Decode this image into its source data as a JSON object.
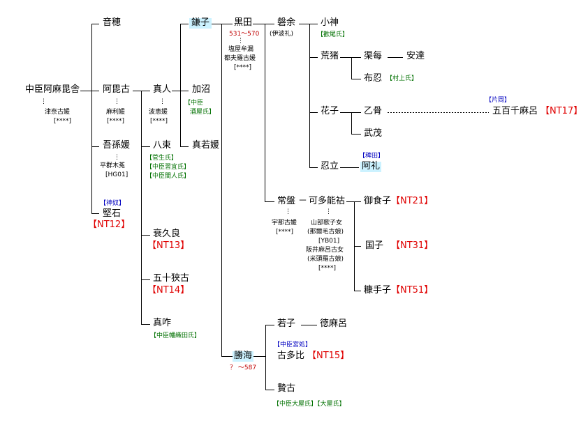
{
  "persons": {
    "nakatomi_abemarosha": "中臣阿麻毘舎",
    "otoho": "音穂",
    "abiko": "阿毘古",
    "agomahime": "吾孫媛",
    "kataishi": "堅石",
    "mahito": "真人",
    "hatsuka": "八束",
    "makura": "真咋",
    "ekura": "衰久良",
    "isakoko": "五十狭古",
    "kamako": "鎌子",
    "kanuma": "加沼",
    "mawakahime": "真若媛",
    "kuroda": "黒田",
    "katsumi": "勝海",
    "iware": "磐余",
    "tokiwa": "常盤",
    "kotanoshi": "可多能祜",
    "oshiki": "小神",
    "aragari": "荒猪",
    "kako": "花子",
    "oshitatsu": "忍立",
    "kamae": "渠每",
    "yasutatsu": "安達",
    "nushi": "布忍",
    "otokotsu": "乙骨",
    "takemo": "武茂",
    "iomaro": "五百千麻呂",
    "are": "阿礼",
    "mikeko": "御食子",
    "kuniko": "国子",
    "nukateko": "糠手子",
    "wakako": "若子",
    "tokumaro": "徳麻呂",
    "kotahi": "古多比",
    "tomoko": "贄古"
  },
  "spouses": {
    "tsunahime": "津奈古媛",
    "mariahime": "麻利媛",
    "hinunokui": "平群木菟",
    "namikehime": "波恵媛",
    "shioyamuyo": "塩屋牟漏",
    "tsubuhime": "都夫羅古媛",
    "unakohime": "宇那古媛",
    "yamabe_line1": "山部歌子女",
    "yamabe_line2": "(那爾毛古娘)",
    "kurukai_line1": "阪井麻呂古女",
    "kurukai_line2": "(米頭羅古娘)"
  },
  "marks": {
    "unknown": "[****]",
    "hg01": "[HG01]",
    "yb01": "[YB01]",
    "iware_alias": "(伊波礼)"
  },
  "dates": {
    "kuroda": "531～570",
    "katsumi": "？ ～587"
  },
  "refs": {
    "nt12": "【NT12】",
    "nt13": "【NT13】",
    "nt14": "【NT14】",
    "nt15": "【NT15】",
    "nt17": "【NT17】",
    "nt21": "【NT21】",
    "nt31": "【NT31】",
    "nt51": "【NT51】"
  },
  "clans": {
    "kanuma_1": "【中臣",
    "kanuma_2": "酒屋氏】",
    "hatsuka_1": "【菅生氏】",
    "hatsuka_2": "【中臣習宜氏】",
    "hatsuka_3": "【中臣間人氏】",
    "makura": "【中臣幡織田氏】",
    "oshiki": "【歡尾氏】",
    "nushi": "【村上氏】",
    "tomoko": "【中臣大屋氏】【大屋氏】"
  },
  "tags": {
    "kataishi": "【神奴】",
    "iomaro": "【片岡】",
    "are": "【稗田】",
    "kotahi": "【中臣宮処】"
  },
  "connectors": {
    "tokiwa_dash": "－"
  },
  "colors": {
    "highlight": "#ccf2ff",
    "ref_red": "#e00000",
    "clan_green": "#007000",
    "tag_blue": "#0000c0"
  }
}
